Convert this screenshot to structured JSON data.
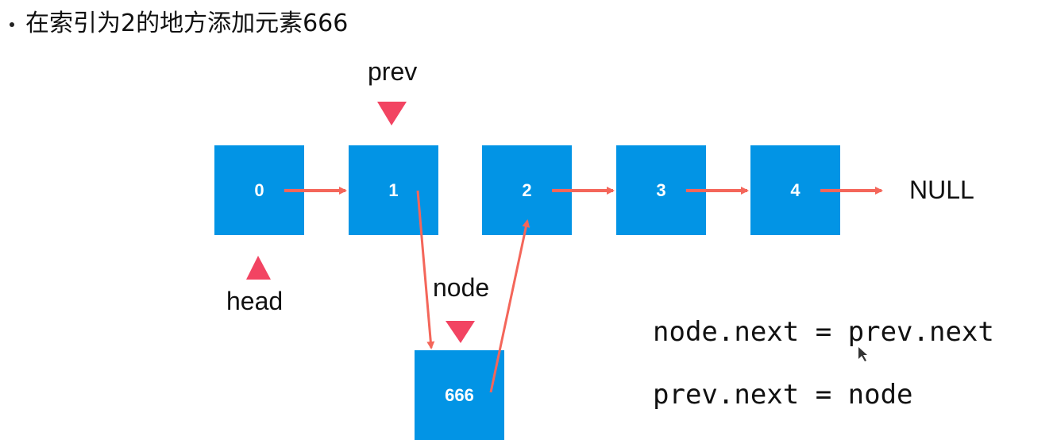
{
  "title": {
    "bullet": "•",
    "text": "在索引为2的地方添加元素666"
  },
  "list": {
    "nodes": [
      {
        "value": "0"
      },
      {
        "value": "1"
      },
      {
        "value": "2"
      },
      {
        "value": "3"
      },
      {
        "value": "4"
      }
    ],
    "terminal": "NULL"
  },
  "new_node": {
    "value": "666"
  },
  "pointers": {
    "prev": "prev",
    "head": "head",
    "node": "node"
  },
  "code": {
    "line1": "node.next = prev.next",
    "line2": "prev.next = node"
  },
  "colors": {
    "node_fill": "#0294e5",
    "arrow": "#f4665a",
    "pointer_marker": "#f24462"
  }
}
